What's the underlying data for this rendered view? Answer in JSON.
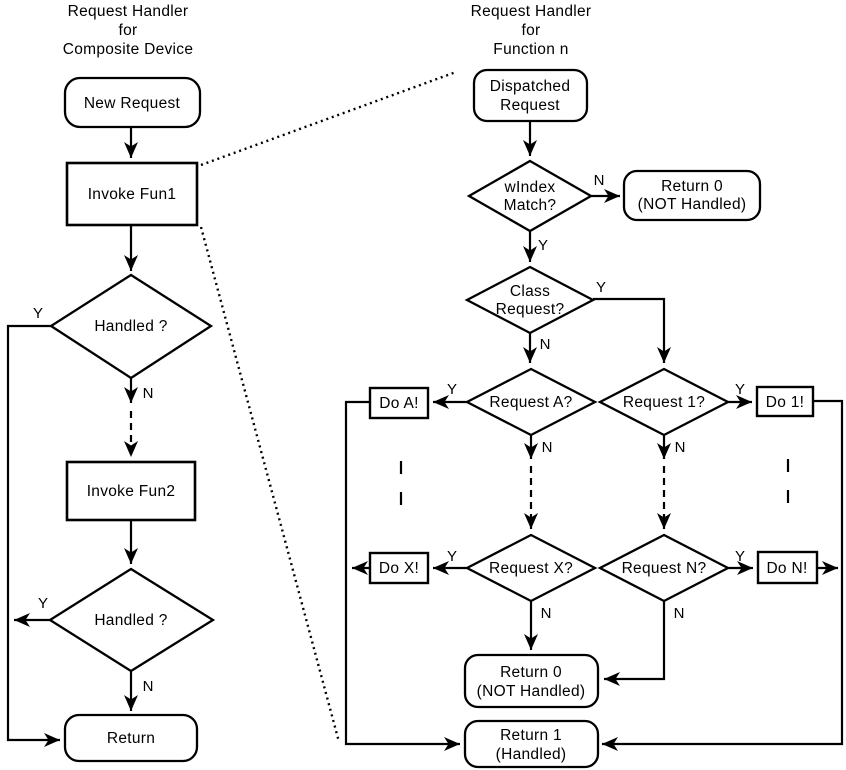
{
  "labels": {
    "yes": "Y",
    "no": "N"
  },
  "left_chart": {
    "title": [
      "Request Handler",
      "for",
      "Composite Device"
    ],
    "new_request": "New Request",
    "invoke_fun1": "Invoke Fun1",
    "handled_1": "Handled ?",
    "invoke_fun2": "Invoke Fun2",
    "handled_2": "Handled ?",
    "return": "Return"
  },
  "right_chart": {
    "title": [
      "Request Handler",
      "for",
      "Function n"
    ],
    "dispatched_request": [
      "Dispatched",
      "Request"
    ],
    "windex_match": [
      "wIndex",
      "Match?"
    ],
    "return_0_top": [
      "Return 0",
      "(NOT Handled)"
    ],
    "class_request": [
      "Class",
      "Request?"
    ],
    "request_a": "Request A?",
    "request_1": "Request 1?",
    "do_a": "Do A!",
    "do_1": "Do 1!",
    "request_x": "Request X?",
    "request_n": "Request N?",
    "do_x": "Do X!",
    "do_n": "Do N!",
    "return_0_bottom": [
      "Return 0",
      "(NOT Handled)"
    ],
    "return_1": [
      "Return 1",
      "(Handled)"
    ]
  }
}
